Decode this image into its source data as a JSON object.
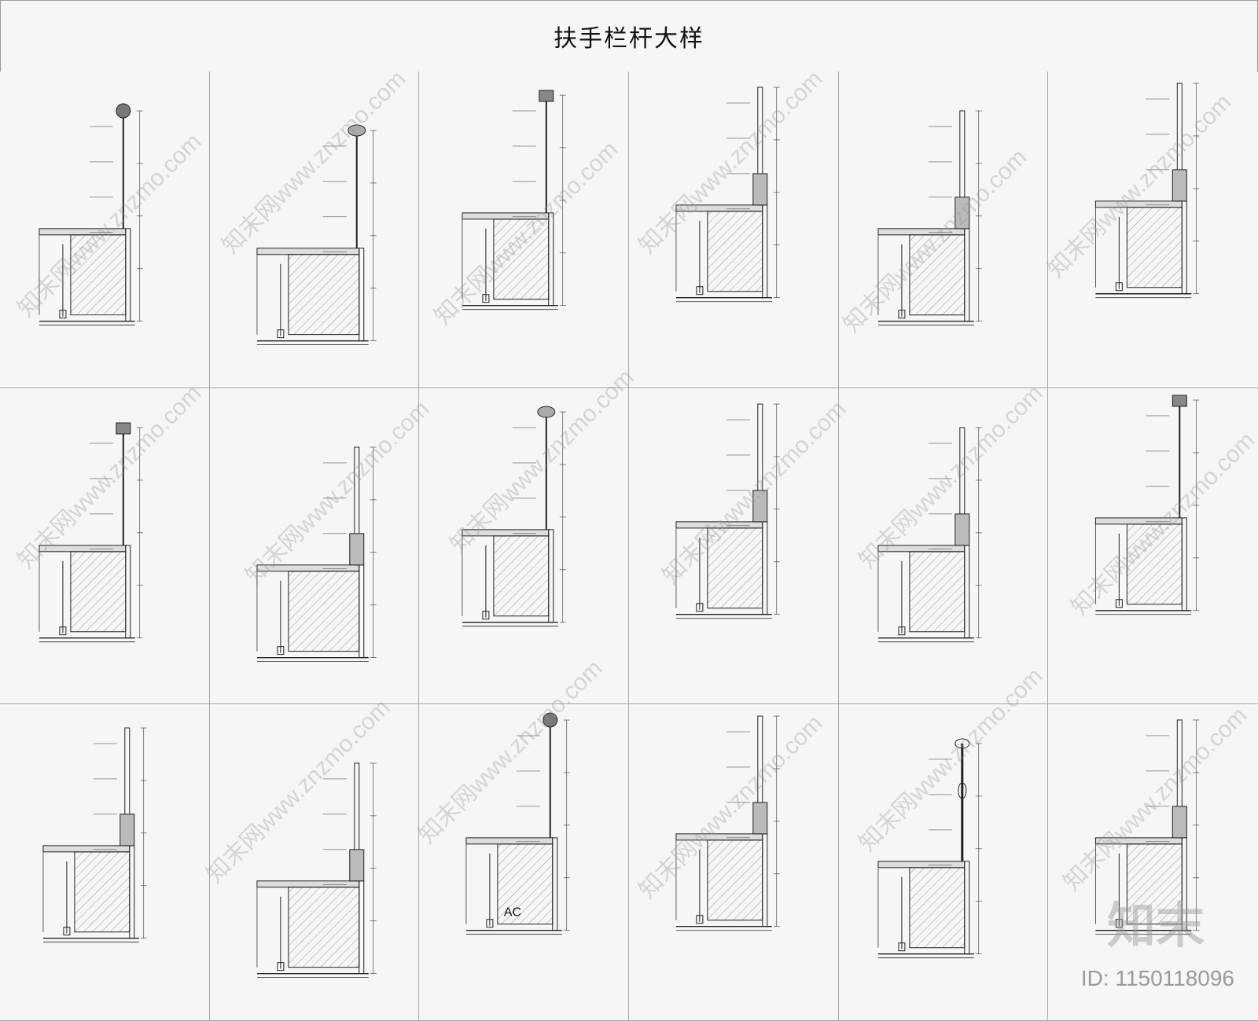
{
  "header": {
    "title": "扶手栏杆大样"
  },
  "watermark": {
    "site": "www.znzmo.com",
    "brand": "知末网",
    "logo": "知末",
    "id_text": "ID: 1150118096"
  },
  "details": [
    {
      "variant": "a",
      "rail": "round-cap",
      "ac": ""
    },
    {
      "variant": "b",
      "rail": "oval-cap",
      "ac": ""
    },
    {
      "variant": "c",
      "rail": "channel",
      "ac": ""
    },
    {
      "variant": "d",
      "rail": "glass",
      "ac": ""
    },
    {
      "variant": "a",
      "rail": "glass",
      "ac": ""
    },
    {
      "variant": "e",
      "rail": "glass",
      "ac": ""
    },
    {
      "variant": "a",
      "rail": "channel",
      "ac": ""
    },
    {
      "variant": "b",
      "rail": "glass",
      "ac": ""
    },
    {
      "variant": "c",
      "rail": "oval-cap",
      "ac": ""
    },
    {
      "variant": "d",
      "rail": "glass",
      "ac": ""
    },
    {
      "variant": "a",
      "rail": "glass",
      "ac": ""
    },
    {
      "variant": "e",
      "rail": "channel",
      "ac": ""
    },
    {
      "variant": "c",
      "rail": "glass",
      "ac": ""
    },
    {
      "variant": "b",
      "rail": "glass",
      "ac": ""
    },
    {
      "variant": "d",
      "rail": "round-cap",
      "ac": "AC"
    },
    {
      "variant": "e",
      "rail": "glass",
      "ac": ""
    },
    {
      "variant": "a",
      "rail": "baluster",
      "ac": ""
    },
    {
      "variant": "d",
      "rail": "glass",
      "ac": ""
    }
  ]
}
